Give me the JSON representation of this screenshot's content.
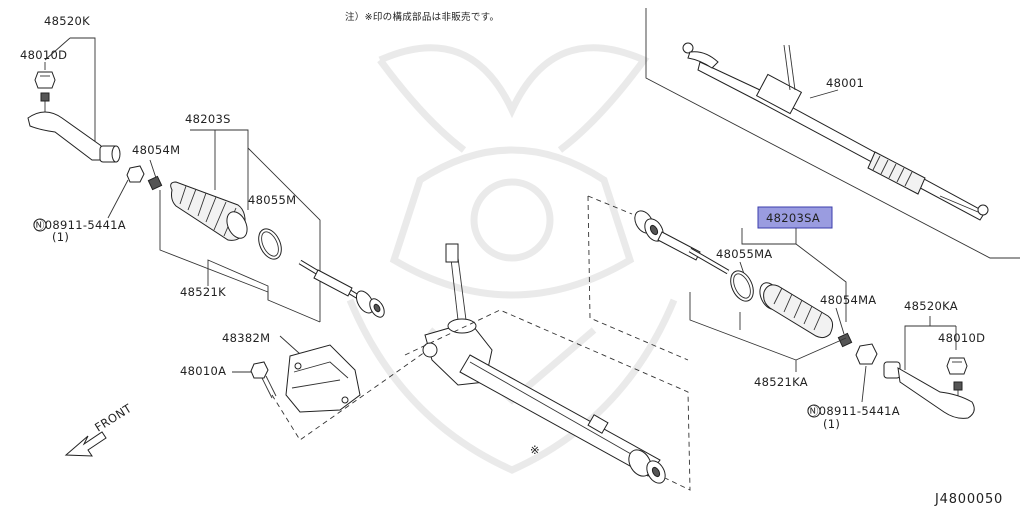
{
  "note": "注）※印の構成部品は非販売です。",
  "diagram_code": "J4800050",
  "front_label": "FRONT",
  "colors": {
    "highlight_fill": "#9a9ce0",
    "highlight_border": "#3b3dab"
  },
  "labels": {
    "p48520K": "48520K",
    "p48010D_left": "48010D",
    "p48203S": "48203S",
    "p48054M": "48054M",
    "p48055M": "48055M",
    "pN08911_left": "Ⓝ08911-5441A",
    "qty_left": "(1)",
    "p48521K": "48521K",
    "p48382M": "48382M",
    "p48010A": "48010A",
    "p48001": "48001",
    "p48203SA": "48203SA",
    "p48055MA": "48055MA",
    "p48054MA": "48054MA",
    "p48520KA": "48520KA",
    "p48010D_right": "48010D",
    "p48521KA": "48521KA",
    "pN08911_right": "Ⓝ08911-5441A",
    "qty_right": "(1)",
    "non_sale_mark": "※"
  }
}
